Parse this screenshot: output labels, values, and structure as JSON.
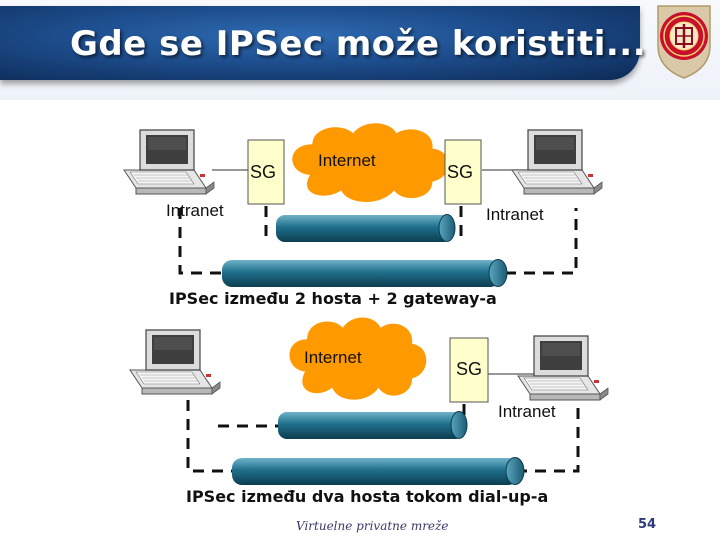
{
  "slide": {
    "title": "Gde se IPSec može koristiti...",
    "footer": "Virtuelne privatne mreže",
    "page_number": "54"
  },
  "scenario1": {
    "sg_left": "SG",
    "internet": "Internet",
    "sg_right": "SG",
    "intranet_left": "Intranet",
    "intranet_right": "Intranet",
    "caption": "IPSec između 2 hosta + 2 gateway-a"
  },
  "scenario2": {
    "internet": "Internet",
    "sg": "SG",
    "intranet": "Intranet",
    "caption": "IPSec između dva hosta tokom dial-up-a"
  },
  "colors": {
    "title_bar": "#1d4d8c",
    "sg_box": "#ffffcc",
    "cloud": "#ff9900",
    "tunnel": "#1f6f8b",
    "logo": "#c8102e"
  },
  "icons": [
    "laptop-icon",
    "university-logo-icon",
    "cloud-icon",
    "tunnel-pipe-icon"
  ]
}
